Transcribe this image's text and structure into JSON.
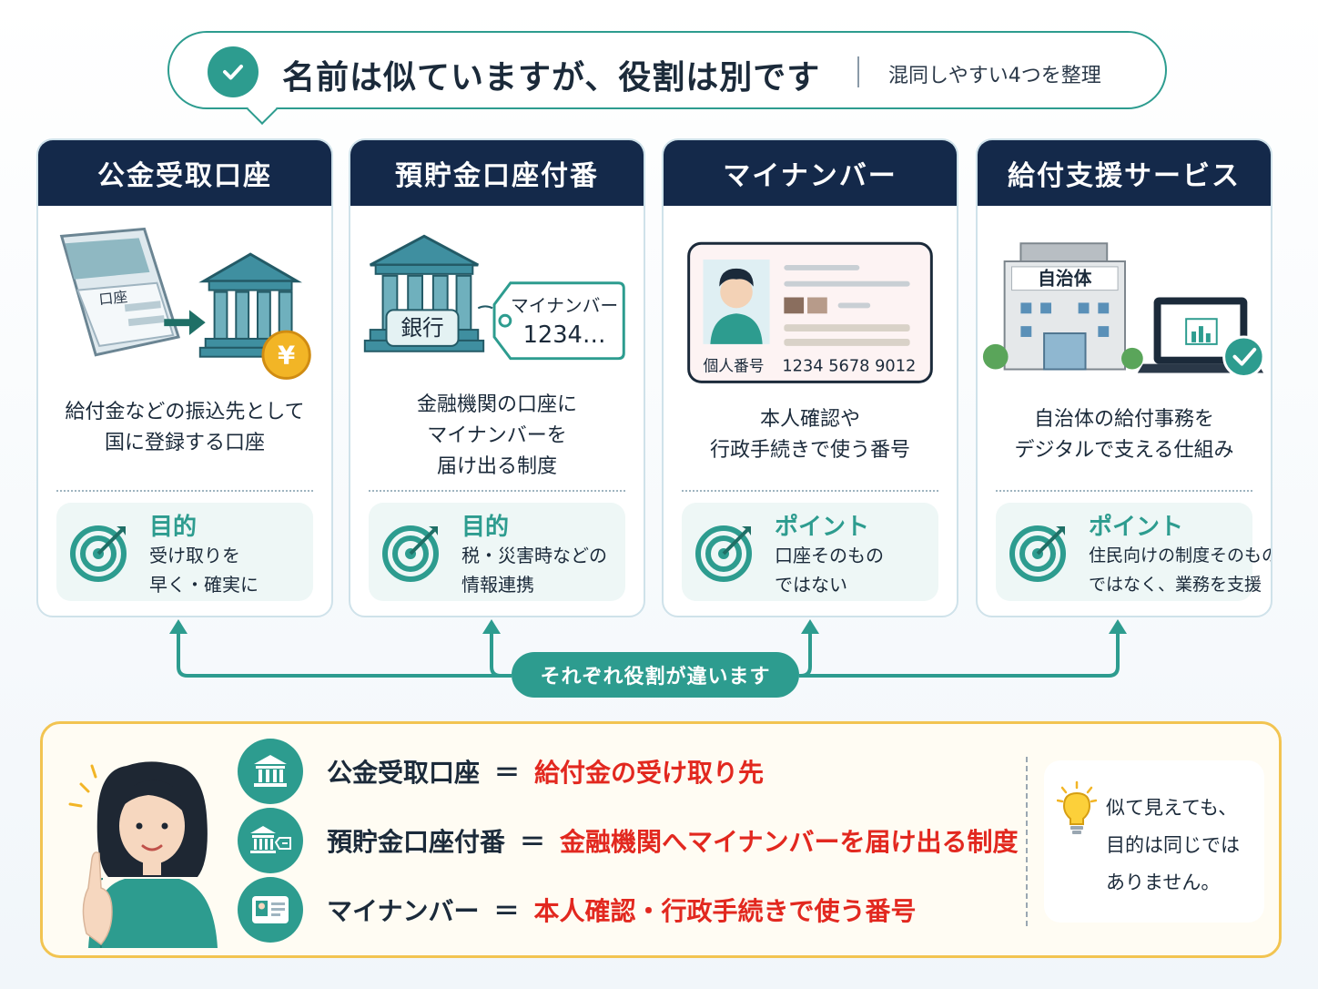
{
  "header": {
    "title": "名前は似ていますが、役割は別です",
    "subtitle": "混同しやすい4つを整理"
  },
  "cards": [
    {
      "title": "公金受取口座",
      "illus_label": "口座",
      "desc": [
        "給付金などの振込先として",
        "国に登録する口座"
      ],
      "point_label": "目的",
      "point_text": [
        "受け取りを",
        "早く・確実に"
      ]
    },
    {
      "title": "預貯金口座付番",
      "illus_label": "銀行",
      "tag_line1": "マイナンバー",
      "tag_line2": "1234…",
      "desc": [
        "金融機関の口座に",
        "マイナンバーを",
        "届け出る制度"
      ],
      "point_label": "目的",
      "point_text": [
        "税・災害時などの",
        "情報連携"
      ]
    },
    {
      "title": "マイナンバー",
      "card_label": "個人番号",
      "card_number": "1234 5678 9012",
      "desc": [
        "本人確認や",
        "行政手続きで使う番号"
      ],
      "point_label": "ポイント",
      "point_text": [
        "口座そのもの",
        "ではない"
      ]
    },
    {
      "title": "給付支援サービス",
      "illus_label": "自治体",
      "desc": [
        "自治体の給付事務を",
        "デジタルで支える仕組み"
      ],
      "point_label": "ポイント",
      "point_text": [
        "住民向けの制度そのもの",
        "ではなく、業務を支援"
      ]
    }
  ],
  "connector_label": "それぞれ役割が違います",
  "summary": {
    "rows": [
      {
        "term": "公金受取口座",
        "eq": "＝",
        "value": "給付金の受け取り先"
      },
      {
        "term": "預貯金口座付番",
        "eq": "＝",
        "value": "金融機関へマイナンバーを届け出る制度"
      },
      {
        "term": "マイナンバー",
        "eq": "＝",
        "value": "本人確認・行政手続きで使う番号"
      }
    ],
    "tip": [
      "似て見えても、",
      "目的は同じでは",
      "ありません。"
    ]
  },
  "colors": {
    "teal": "#2d9c8f",
    "navy": "#14294a",
    "red": "#e2281f",
    "yellow": "#f2c451"
  }
}
